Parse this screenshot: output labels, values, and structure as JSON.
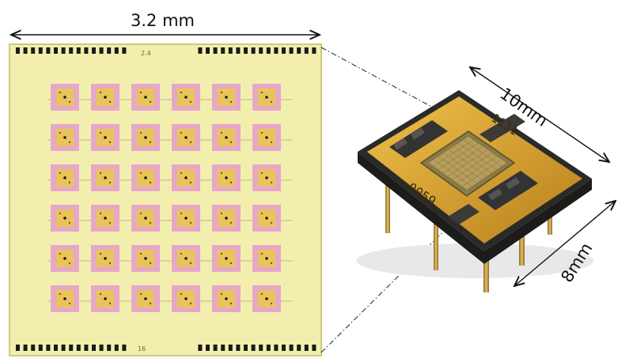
{
  "die": {
    "width_label": "3.2 mm",
    "grid_rows": 6,
    "grid_cols": 6,
    "colors": {
      "substrate": "#f2efae",
      "substrate_border": "#cfc97a",
      "pad": "#e7a8c8",
      "cell": "#e9c45a",
      "bond_pad": "#1a1a1a",
      "trace": "#8a8456"
    },
    "top_marking": "2.4",
    "bottom_marking": "16"
  },
  "package": {
    "length_label": "10mm",
    "width_label": "8mm",
    "marking_left": "0059",
    "marking_right": "1131",
    "colors": {
      "gold": "#d9a02a",
      "board": "#2a2a28",
      "pin": "#c9a24a",
      "chip": "#8a7a48",
      "lid": "#bfa560"
    }
  },
  "icons": [
    "dimension-arrow-icon",
    "dash-dot-connector-icon"
  ]
}
